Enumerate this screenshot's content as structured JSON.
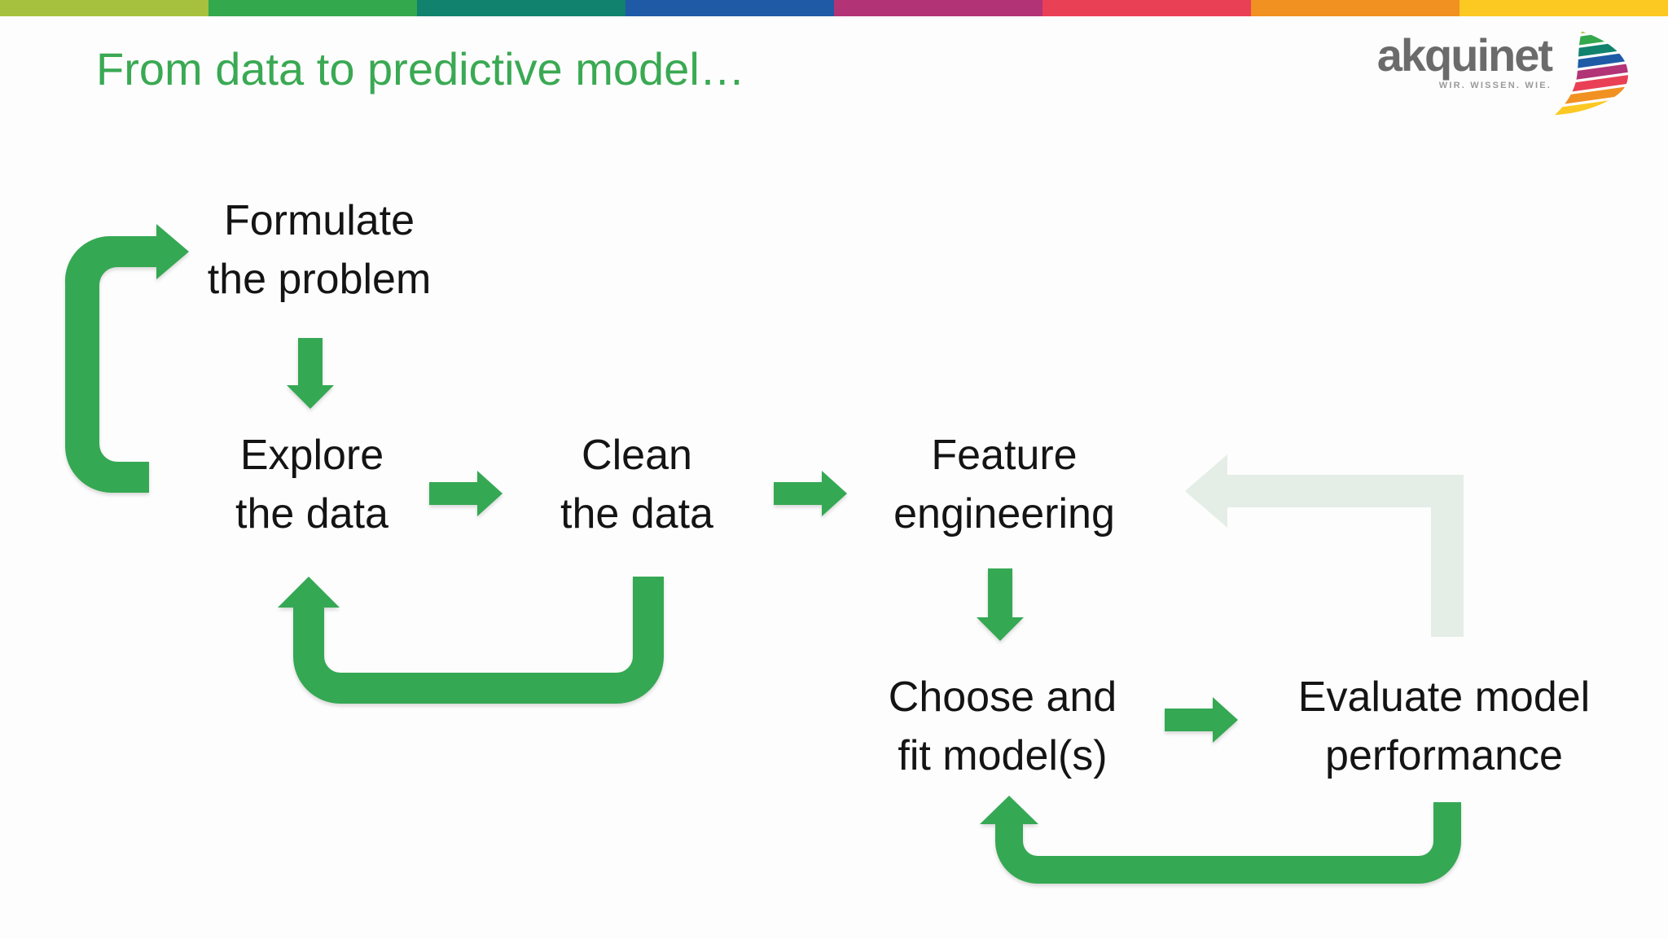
{
  "brand": {
    "colors": [
      "#a6c13d",
      "#34a84d",
      "#11826e",
      "#1e5aa6",
      "#b23376",
      "#e94056",
      "#f19121",
      "#fcc822"
    ]
  },
  "header": {
    "title": "From data to predictive model…",
    "title_color": "#3aa953"
  },
  "logo": {
    "brand": "akquinet",
    "tagline": "WIR. WISSEN. WIE.",
    "brand_color": "#6b6b6b"
  },
  "diagram": {
    "arrow_color": "#35a853",
    "faded_arrow_color": "#e4ede6",
    "text_color": "#141414",
    "nodes": [
      {
        "id": "formulate-the-problem",
        "line1": "Formulate",
        "line2": "the problem"
      },
      {
        "id": "explore-the-data",
        "line1": "Explore",
        "line2": "the data"
      },
      {
        "id": "clean-the-data",
        "line1": "Clean",
        "line2": "the data"
      },
      {
        "id": "feature-engineering",
        "line1": "Feature",
        "line2": "engineering"
      },
      {
        "id": "choose-and-fit-models",
        "line1": "Choose and",
        "line2": "fit model(s)"
      },
      {
        "id": "evaluate-model-performance",
        "line1": "Evaluate model",
        "line2": "performance"
      }
    ],
    "connections": [
      {
        "from": "formulate-the-problem",
        "to": "explore-the-data",
        "style": "down-arrow"
      },
      {
        "from": "explore-the-data",
        "to": "formulate-the-problem",
        "style": "loop-left"
      },
      {
        "from": "explore-the-data",
        "to": "clean-the-data",
        "style": "right-arrow"
      },
      {
        "from": "clean-the-data",
        "to": "explore-the-data",
        "style": "loop-bottom"
      },
      {
        "from": "clean-the-data",
        "to": "feature-engineering",
        "style": "right-arrow"
      },
      {
        "from": "feature-engineering",
        "to": "choose-and-fit-models",
        "style": "down-arrow"
      },
      {
        "from": "choose-and-fit-models",
        "to": "evaluate-model-performance",
        "style": "right-arrow"
      },
      {
        "from": "evaluate-model-performance",
        "to": "choose-and-fit-models",
        "style": "loop-bottom"
      },
      {
        "from": "evaluate-model-performance",
        "to": "feature-engineering",
        "style": "loop-top-faded"
      }
    ]
  }
}
